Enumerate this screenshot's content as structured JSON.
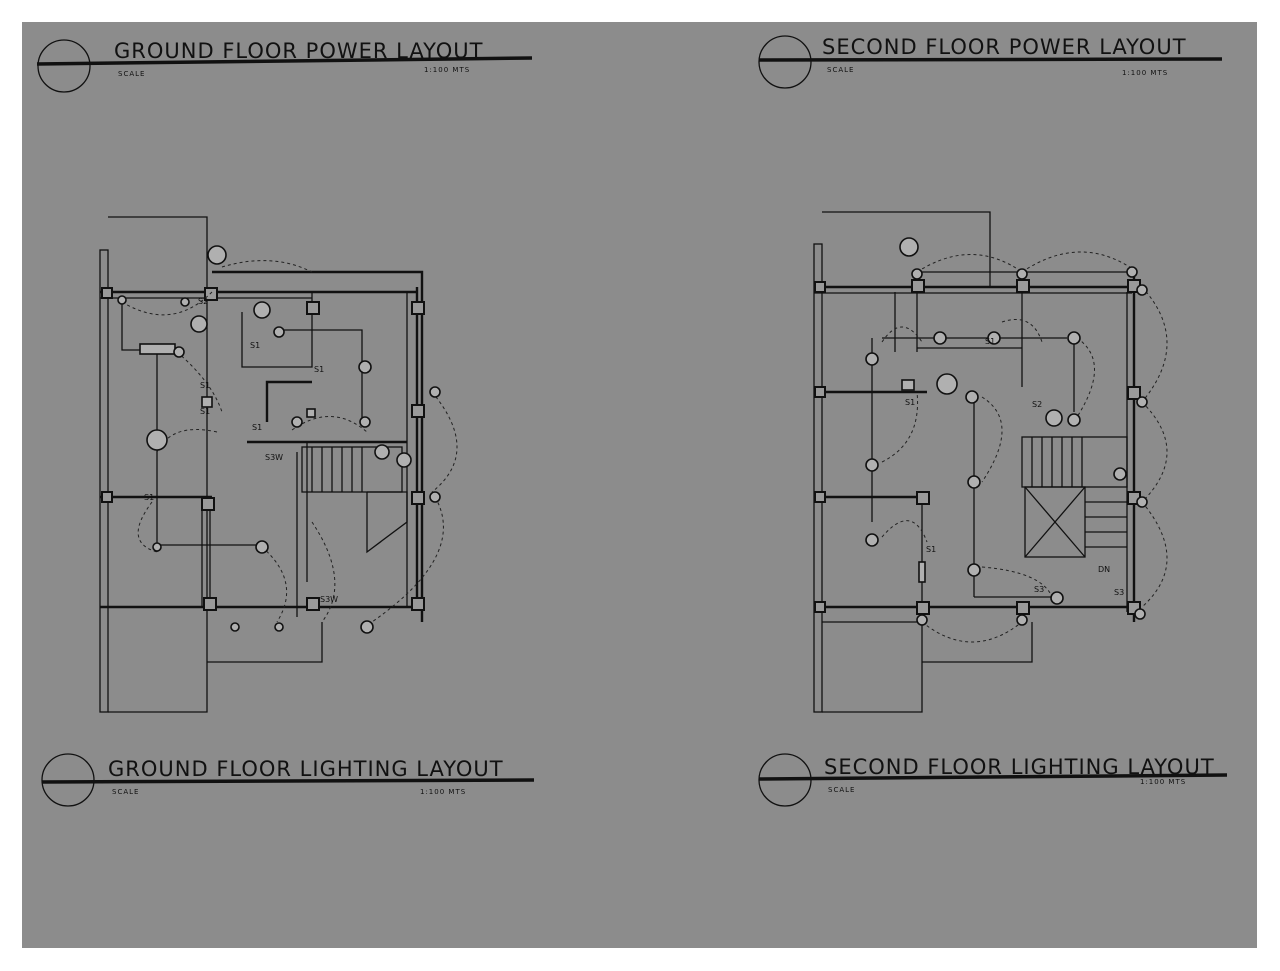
{
  "sheet": {
    "titles": {
      "gf_power": "GROUND FLOOR POWER LAYOUT",
      "sf_power": "SECOND FLOOR POWER LAYOUT",
      "gf_lighting": "GROUND FLOOR LIGHTING LAYOUT",
      "sf_lighting": "SECOND FLOOR LIGHTING LAYOUT"
    },
    "scale_label": "SCALE",
    "scale_values": {
      "gf_power": "1:100 MTS",
      "sf_power": "1:100 MTS",
      "gf_lighting": "1:100 MTS",
      "sf_lighting": "1:100 MTS"
    },
    "ground_floor_labels": [
      "S2",
      "S1",
      "S1",
      "S1",
      "S1",
      "S1",
      "S3W",
      "S3W",
      "S1"
    ],
    "second_floor_labels": [
      "S1",
      "S1",
      "S2",
      "S1",
      "S3",
      "S3",
      "DN"
    ]
  }
}
